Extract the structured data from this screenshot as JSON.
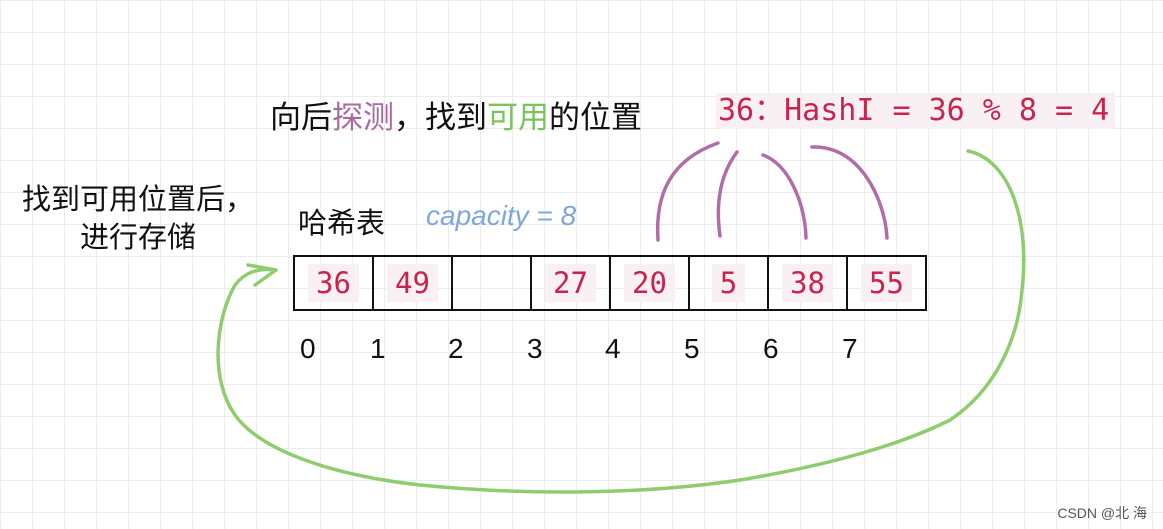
{
  "title": {
    "part1": "向后",
    "part2": "探测",
    "part3": "，找到",
    "part4": "可用",
    "part5": "的位置"
  },
  "formula": "36：HashI = 36 % 8 = 4",
  "note": {
    "line1": "找到可用位置后，",
    "line2": "进行存储"
  },
  "table": {
    "label": "哈希表",
    "capacity": "capacity = 8",
    "cells": [
      "36",
      "49",
      "",
      "27",
      "20",
      "5",
      "38",
      "55"
    ],
    "indices": [
      "0",
      "1",
      "2",
      "3",
      "4",
      "5",
      "6",
      "7"
    ]
  },
  "colors": {
    "probe_arc": "#b06ea8",
    "return_arrow": "#8fcc6e",
    "code_text": "#c7254e",
    "code_bg": "#f9f0f4",
    "capacity": "#7ea7db"
  },
  "watermark": "CSDN @北   海"
}
